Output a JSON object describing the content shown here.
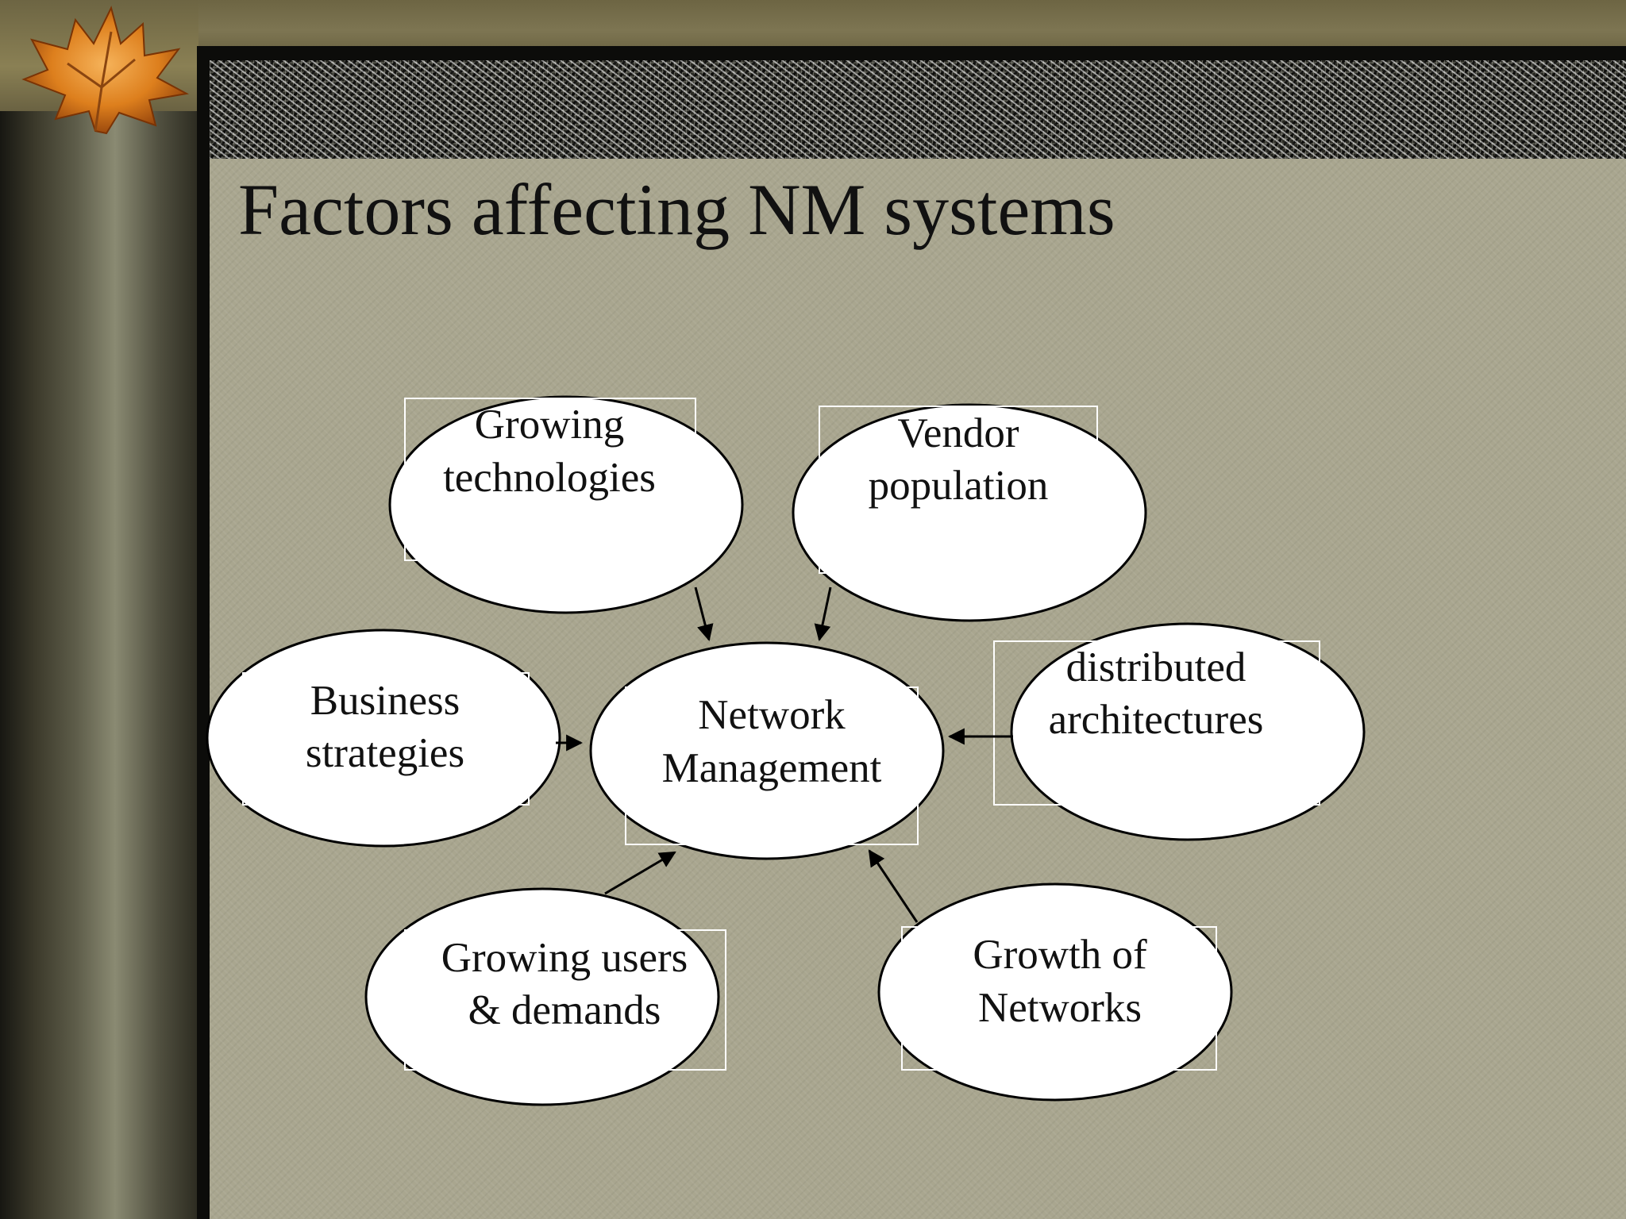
{
  "slide": {
    "title": "Factors affecting NM systems"
  },
  "diagram": {
    "center": {
      "id": "network-management",
      "label_lines": [
        "Network",
        "Management"
      ]
    },
    "factors": [
      {
        "id": "growing-technologies",
        "label_lines": [
          "Growing",
          "technologies"
        ]
      },
      {
        "id": "vendor-population",
        "label_lines": [
          "Vendor",
          "population"
        ]
      },
      {
        "id": "business-strategies",
        "label_lines": [
          "Business",
          "strategies"
        ]
      },
      {
        "id": "distributed-architectures",
        "label_lines": [
          "distributed",
          "architectures"
        ]
      },
      {
        "id": "growing-users-demands",
        "label_lines": [
          "Growing users",
          "& demands"
        ]
      },
      {
        "id": "growth-of-networks",
        "label_lines": [
          "Growth of",
          "Networks"
        ]
      }
    ],
    "edges": [
      {
        "from": "growing-technologies",
        "to": "network-management"
      },
      {
        "from": "vendor-population",
        "to": "network-management"
      },
      {
        "from": "business-strategies",
        "to": "network-management"
      },
      {
        "from": "distributed-architectures",
        "to": "network-management"
      },
      {
        "from": "growing-users-demands",
        "to": "network-management"
      },
      {
        "from": "growth-of-networks",
        "to": "network-management"
      }
    ]
  },
  "colors": {
    "slide_background": "#a9a68f",
    "node_fill": "#ffffff",
    "node_stroke": "#000000",
    "text": "#111111"
  }
}
